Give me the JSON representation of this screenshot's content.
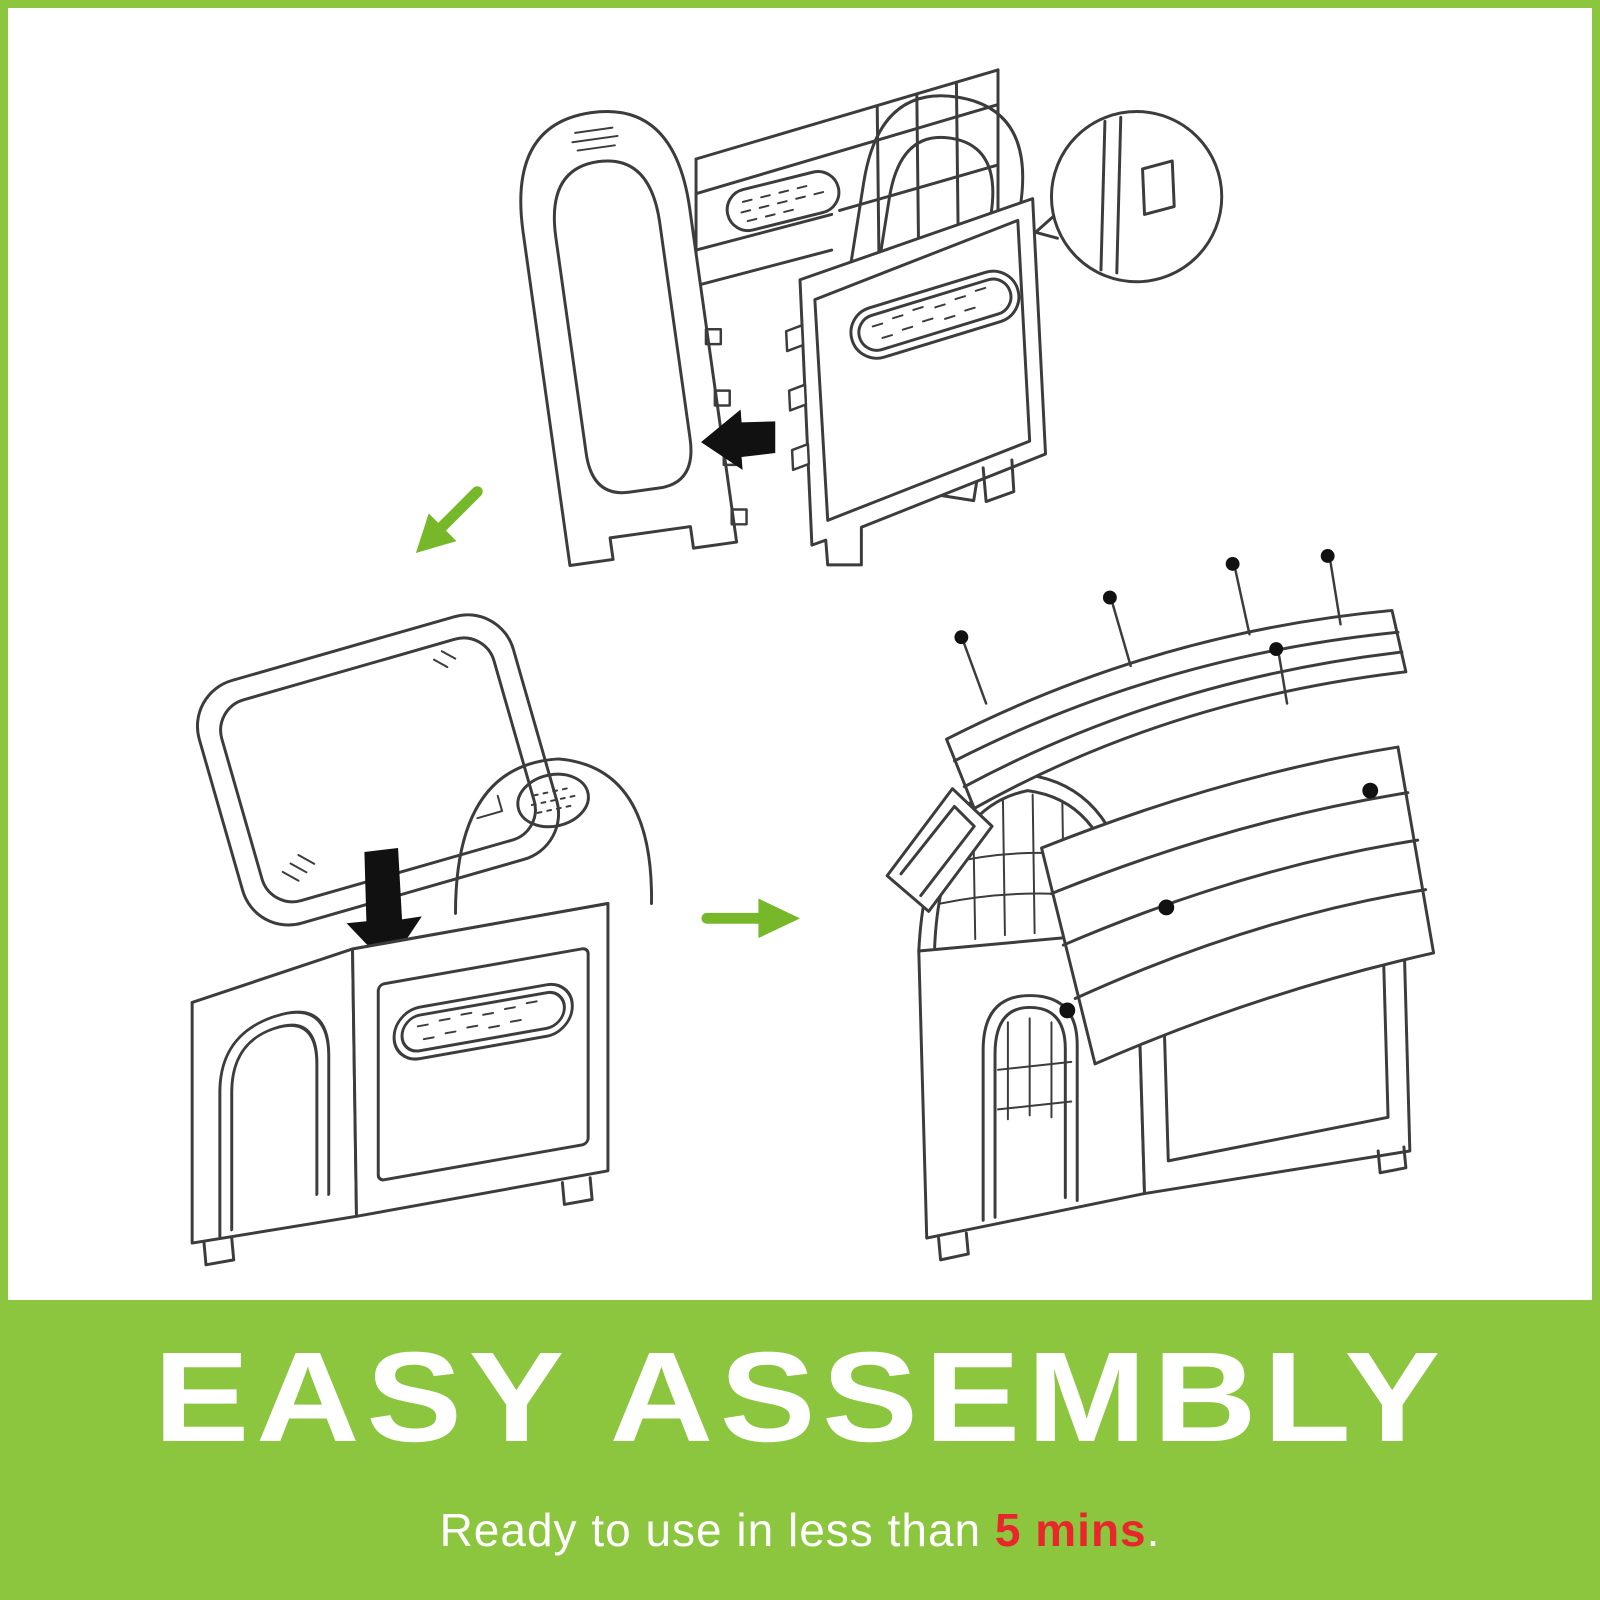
{
  "frame": {
    "border_color": "#8cc63e",
    "background": "#ffffff"
  },
  "illustration": {
    "stroke_color": "#3c3c3c",
    "arrow_green": "#76b82a",
    "steps": [
      {
        "name": "step-1-wall-panel-assembly",
        "icon": "panel-clip-detail-circle"
      },
      {
        "name": "step-2-roof-frame-placement",
        "icon": "arrow-down-icon"
      },
      {
        "name": "step-3-roof-panel-screws",
        "icon": "screw-dots"
      }
    ],
    "icons": [
      "arrow-left-icon",
      "arrow-down-icon",
      "arrow-down-left-icon",
      "arrow-right-icon",
      "detail-zoom-circle"
    ]
  },
  "banner": {
    "background": "#8cc63e",
    "title": "EASY ASSEMBLY",
    "title_color": "#ffffff",
    "subtitle": {
      "prefix": "Ready to use in less than ",
      "highlight": "5 mins",
      "suffix": ".",
      "text_color": "#ffffff",
      "highlight_color": "#e8262b"
    }
  }
}
